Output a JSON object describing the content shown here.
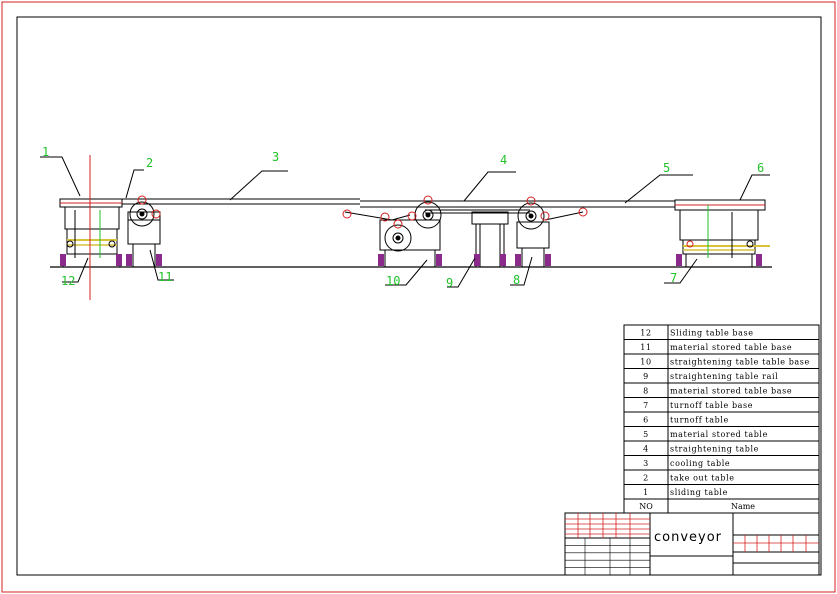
{
  "drawing": {
    "title": "conveyor",
    "colors": {
      "border": "#d42020",
      "line": "#000000",
      "label": "#22c22a",
      "center": "#e02020",
      "yellow": "#d8c23a"
    }
  },
  "callouts": [
    "1",
    "2",
    "3",
    "4",
    "5",
    "6",
    "7",
    "8",
    "9",
    "10",
    "11",
    "12"
  ],
  "parts_list": {
    "header_no": "NO",
    "header_name": "Name",
    "rows": [
      {
        "no": "12",
        "name": "Sliding table base"
      },
      {
        "no": "11",
        "name": "material stored table base"
      },
      {
        "no": "10",
        "name": "straightening table table base"
      },
      {
        "no": "9",
        "name": "straightening table rail"
      },
      {
        "no": "8",
        "name": "material stored table base"
      },
      {
        "no": "7",
        "name": "turnoff table base"
      },
      {
        "no": "6",
        "name": "turnoff table"
      },
      {
        "no": "5",
        "name": "material stored table"
      },
      {
        "no": "4",
        "name": "straightening table"
      },
      {
        "no": "3",
        "name": "cooling table"
      },
      {
        "no": "2",
        "name": "take out table"
      },
      {
        "no": "1",
        "name": "sliding table"
      }
    ]
  }
}
